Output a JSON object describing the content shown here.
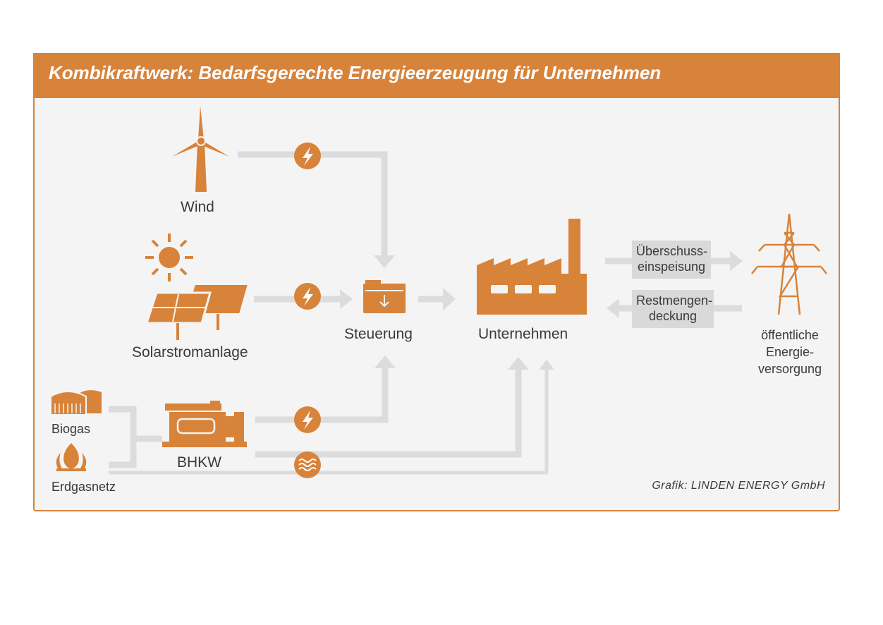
{
  "title": "Kombikraftwerk: Bedarfsgerechte Energieerzeugung für Unternehmen",
  "colors": {
    "accent": "#d8833a",
    "arrow": "#dcdcdc",
    "background": "#f4f4f4",
    "label_box": "#d9d9d9"
  },
  "nodes": {
    "wind": "Wind",
    "solar": "Solarstromanlage",
    "biogas": "Biogas",
    "erdgas": "Erdgasnetz",
    "bhkw": "BHKW",
    "steuerung": "Steuerung",
    "unternehmen": "Unternehmen",
    "grid_line1": "öffentliche",
    "grid_line2": "Energie-",
    "grid_line3": "versorgung"
  },
  "flows": {
    "export_line1": "Überschuss-",
    "export_line2": "einspeisung",
    "import_line1": "Restmengen-",
    "import_line2": "deckung"
  },
  "icons": [
    "wind-turbine-icon",
    "sun-icon",
    "solar-panel-icon",
    "biogas-plant-icon",
    "gas-flame-icon",
    "chp-engine-icon",
    "control-unit-icon",
    "factory-icon",
    "power-pylon-icon",
    "lightning-icon",
    "heat-wave-icon"
  ],
  "credit": "Grafik: LINDEN ENERGY GmbH"
}
